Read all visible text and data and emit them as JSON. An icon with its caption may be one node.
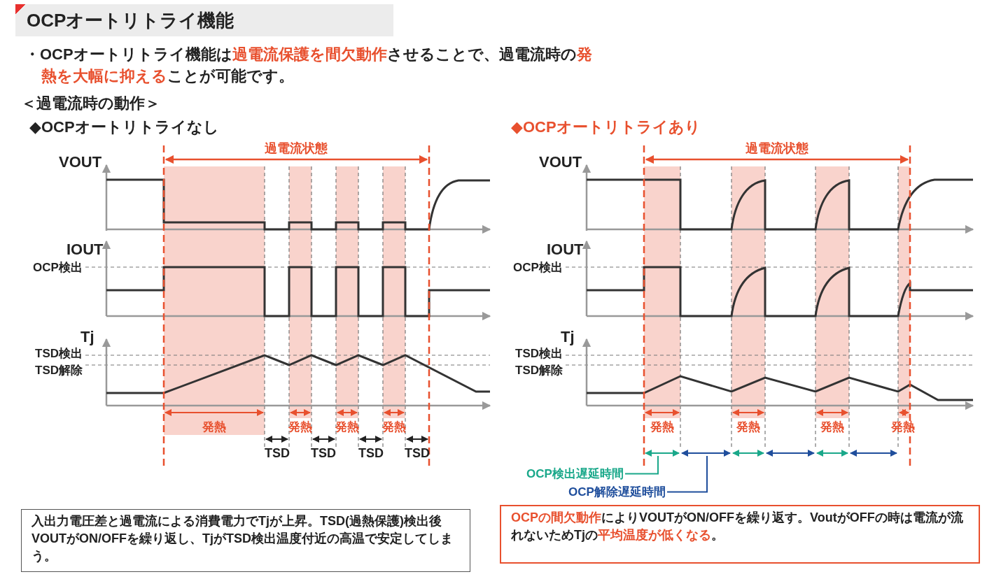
{
  "diagram": {
    "title": "OCPオートリトライ機能",
    "nodes": [
      {
        "text": [
          "入出力電圧差と過電流による消費電力でTjが上昇。TSD(過熱保護)検出後VOUTがON/OFFを繰り返し、TjがTSD検出温度付近の高温で安定してしまう。"
        ]
      },
      {
        "text": [
          "**OCPの間欠動作**によりVOUTがON/OFFを繰り返す。VoutがOFFの時は電流が流れないためTjの**平均温度が低くなる**。"
        ]
      },
      {
        "text": [
          "OCP検出遅延時間"
        ]
      },
      {
        "text": [
          "OCP解除遅延時間"
        ]
      }
    ],
    "edges": [
      {
        "from": 2,
        "to": null,
        "arrow": "none",
        "color": "#1aa88a"
      },
      {
        "from": 3,
        "to": null,
        "arrow": "none",
        "color": "#1f4e9c"
      }
    ],
    "labels": [
      "・OCPオートリトライ機能は**過電流保護を間欠動作**させることで、過電流時の**発熱を大幅に抑える**ことが可能です。",
      "＜過電流時の動作＞",
      "◆OCPオートリトライなし",
      "◆OCPオートリトライあり",
      "過電流状態",
      "VOUT",
      "IOUT",
      "OCP検出",
      "Tj",
      "TSD検出",
      "TSD解除",
      "発熱",
      "発熱",
      "発熱",
      "発熱",
      "TSD",
      "TSD",
      "TSD",
      "TSD",
      "過電流状態",
      "VOUT",
      "IOUT",
      "OCP検出",
      "Tj",
      "TSD検出",
      "TSD解除",
      "発熱",
      "発熱",
      "発熱",
      "発熱"
    ]
  }
}
